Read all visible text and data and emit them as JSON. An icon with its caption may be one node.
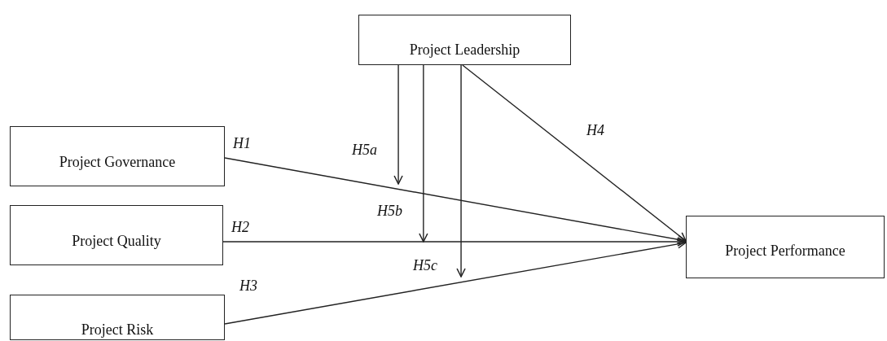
{
  "diagram": {
    "nodes": [
      {
        "text": [
          "Project Leadership"
        ]
      },
      {
        "text": [
          "Project Governance"
        ]
      },
      {
        "text": [
          "Project Quality"
        ]
      },
      {
        "text": [
          "Project Risk"
        ]
      },
      {
        "text": [
          "Project Performance"
        ]
      }
    ],
    "edges": [
      {
        "from": 1,
        "to": 4,
        "arrow": "to",
        "label": "H1"
      },
      {
        "from": 2,
        "to": 4,
        "arrow": "to",
        "label": "H2"
      },
      {
        "from": 3,
        "to": 4,
        "arrow": "to",
        "label": "H3"
      },
      {
        "from": 0,
        "to": 4,
        "arrow": "to",
        "label": "H4"
      },
      {
        "from": 0,
        "to": null,
        "arrow": "to",
        "label": "H5a"
      },
      {
        "from": 0,
        "to": null,
        "arrow": "to",
        "label": "H5b"
      },
      {
        "from": 0,
        "to": null,
        "arrow": "to",
        "label": "H5c"
      }
    ]
  }
}
